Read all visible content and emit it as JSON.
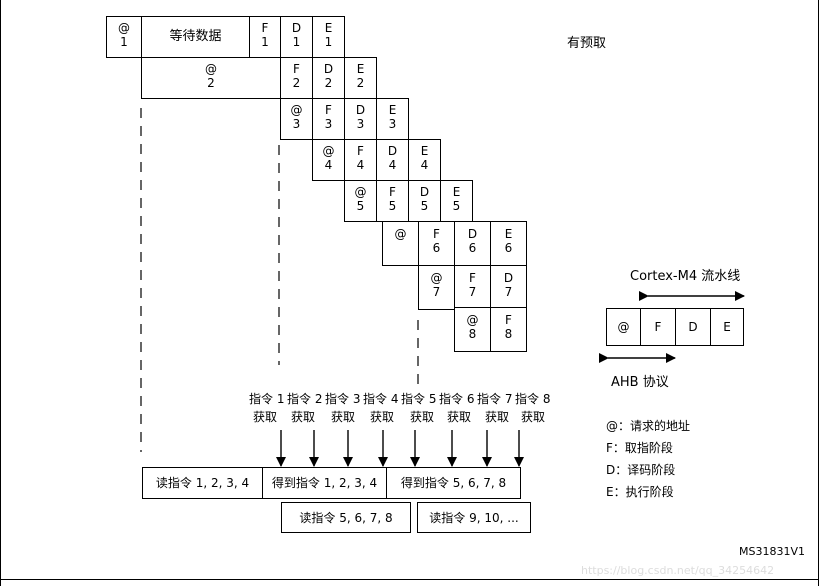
{
  "diagram": {
    "pipeline_rows": [
      [
        "@\n1",
        "等待数据",
        "F\n1",
        "D\n1",
        "E\n1"
      ],
      [
        "@\n2",
        "F\n2",
        "D\n2",
        "E\n2"
      ],
      [
        "@\n3",
        "F\n3",
        "D\n3",
        "E\n3"
      ],
      [
        "@\n4",
        "F\n4",
        "D\n4",
        "E\n4"
      ],
      [
        "@\n5",
        "F\n5",
        "D\n5",
        "E\n5"
      ],
      [
        "@",
        "F\n6",
        "D\n6",
        "E\n6"
      ],
      [
        "@\n7",
        "F\n7",
        "D\n7"
      ],
      [
        "@\n8",
        "F\n8"
      ]
    ],
    "prefetch_label": "有预取",
    "cortex_label": "Cortex-M4 流水线",
    "stage_boxes": [
      "@",
      "F",
      "D",
      "E"
    ],
    "ahb_label": "AHB 协议",
    "fetch_labels": [
      [
        "指令 1",
        "获取"
      ],
      [
        "指令 2",
        "获取"
      ],
      [
        "指令 3",
        "获取"
      ],
      [
        "指令 4",
        "获取"
      ],
      [
        "指令 5",
        "获取"
      ],
      [
        "指令 6",
        "获取"
      ],
      [
        "指令 7",
        "获取"
      ],
      [
        "指令 8",
        "获取"
      ]
    ],
    "bus_top": [
      "读指令 1, 2, 3, 4",
      "得到指令 1, 2, 3, 4",
      "得到指令 5, 6, 7, 8"
    ],
    "bus_bottom": [
      "读指令 5, 6, 7, 8",
      "读指令 9, 10, ..."
    ],
    "legend": [
      "@：请求的地址",
      "F：取指阶段",
      "D：译码阶段",
      "E：执行阶段"
    ],
    "figure_id": "MS31831V1",
    "watermark": "https://blog.csdn.net/qq_34254642"
  }
}
